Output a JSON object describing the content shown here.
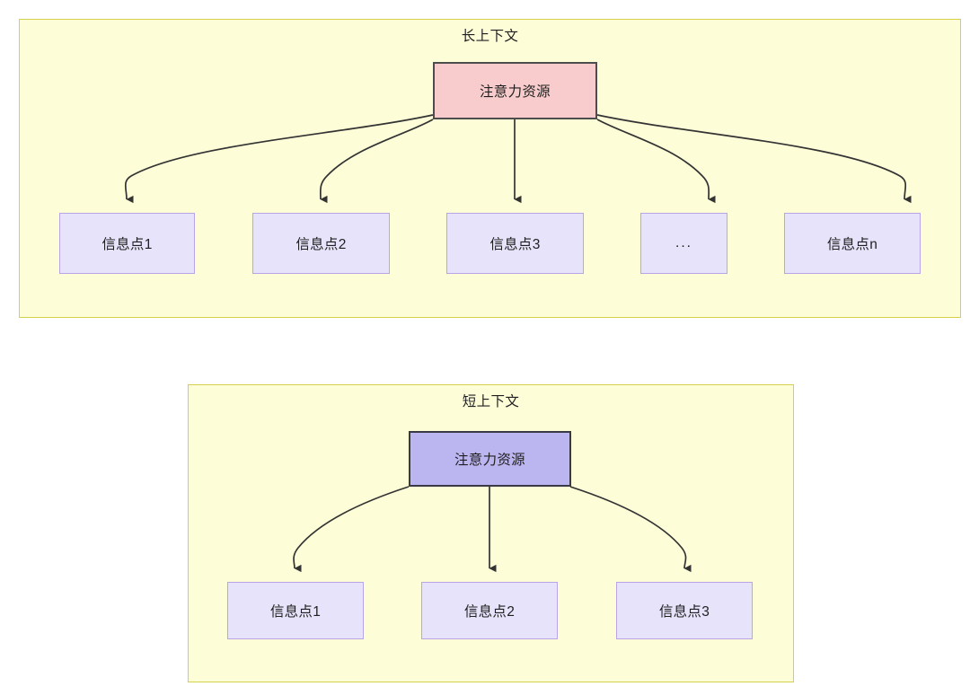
{
  "diagram": {
    "background": "#ffffff",
    "panel_fill": "#fdfdd8",
    "panel_stroke": "#d6d14a",
    "leaf_fill": "#e7e3fb",
    "leaf_stroke": "#b9a4e8",
    "arrow_color": "#333333"
  },
  "panels": [
    {
      "id": "long-context",
      "title": "长上下文",
      "root": {
        "label": "注意力资源",
        "fill": "#f8cccc",
        "stroke": "#4d4d4d"
      },
      "leaves": [
        {
          "label": "信息点1"
        },
        {
          "label": "信息点2"
        },
        {
          "label": "信息点3"
        },
        {
          "label": "..."
        },
        {
          "label": "信息点n"
        }
      ]
    },
    {
      "id": "short-context",
      "title": "短上下文",
      "root": {
        "label": "注意力资源",
        "fill": "#bbb6f0",
        "stroke": "#3a3a46"
      },
      "leaves": [
        {
          "label": "信息点1"
        },
        {
          "label": "信息点2"
        },
        {
          "label": "信息点3"
        }
      ]
    }
  ]
}
